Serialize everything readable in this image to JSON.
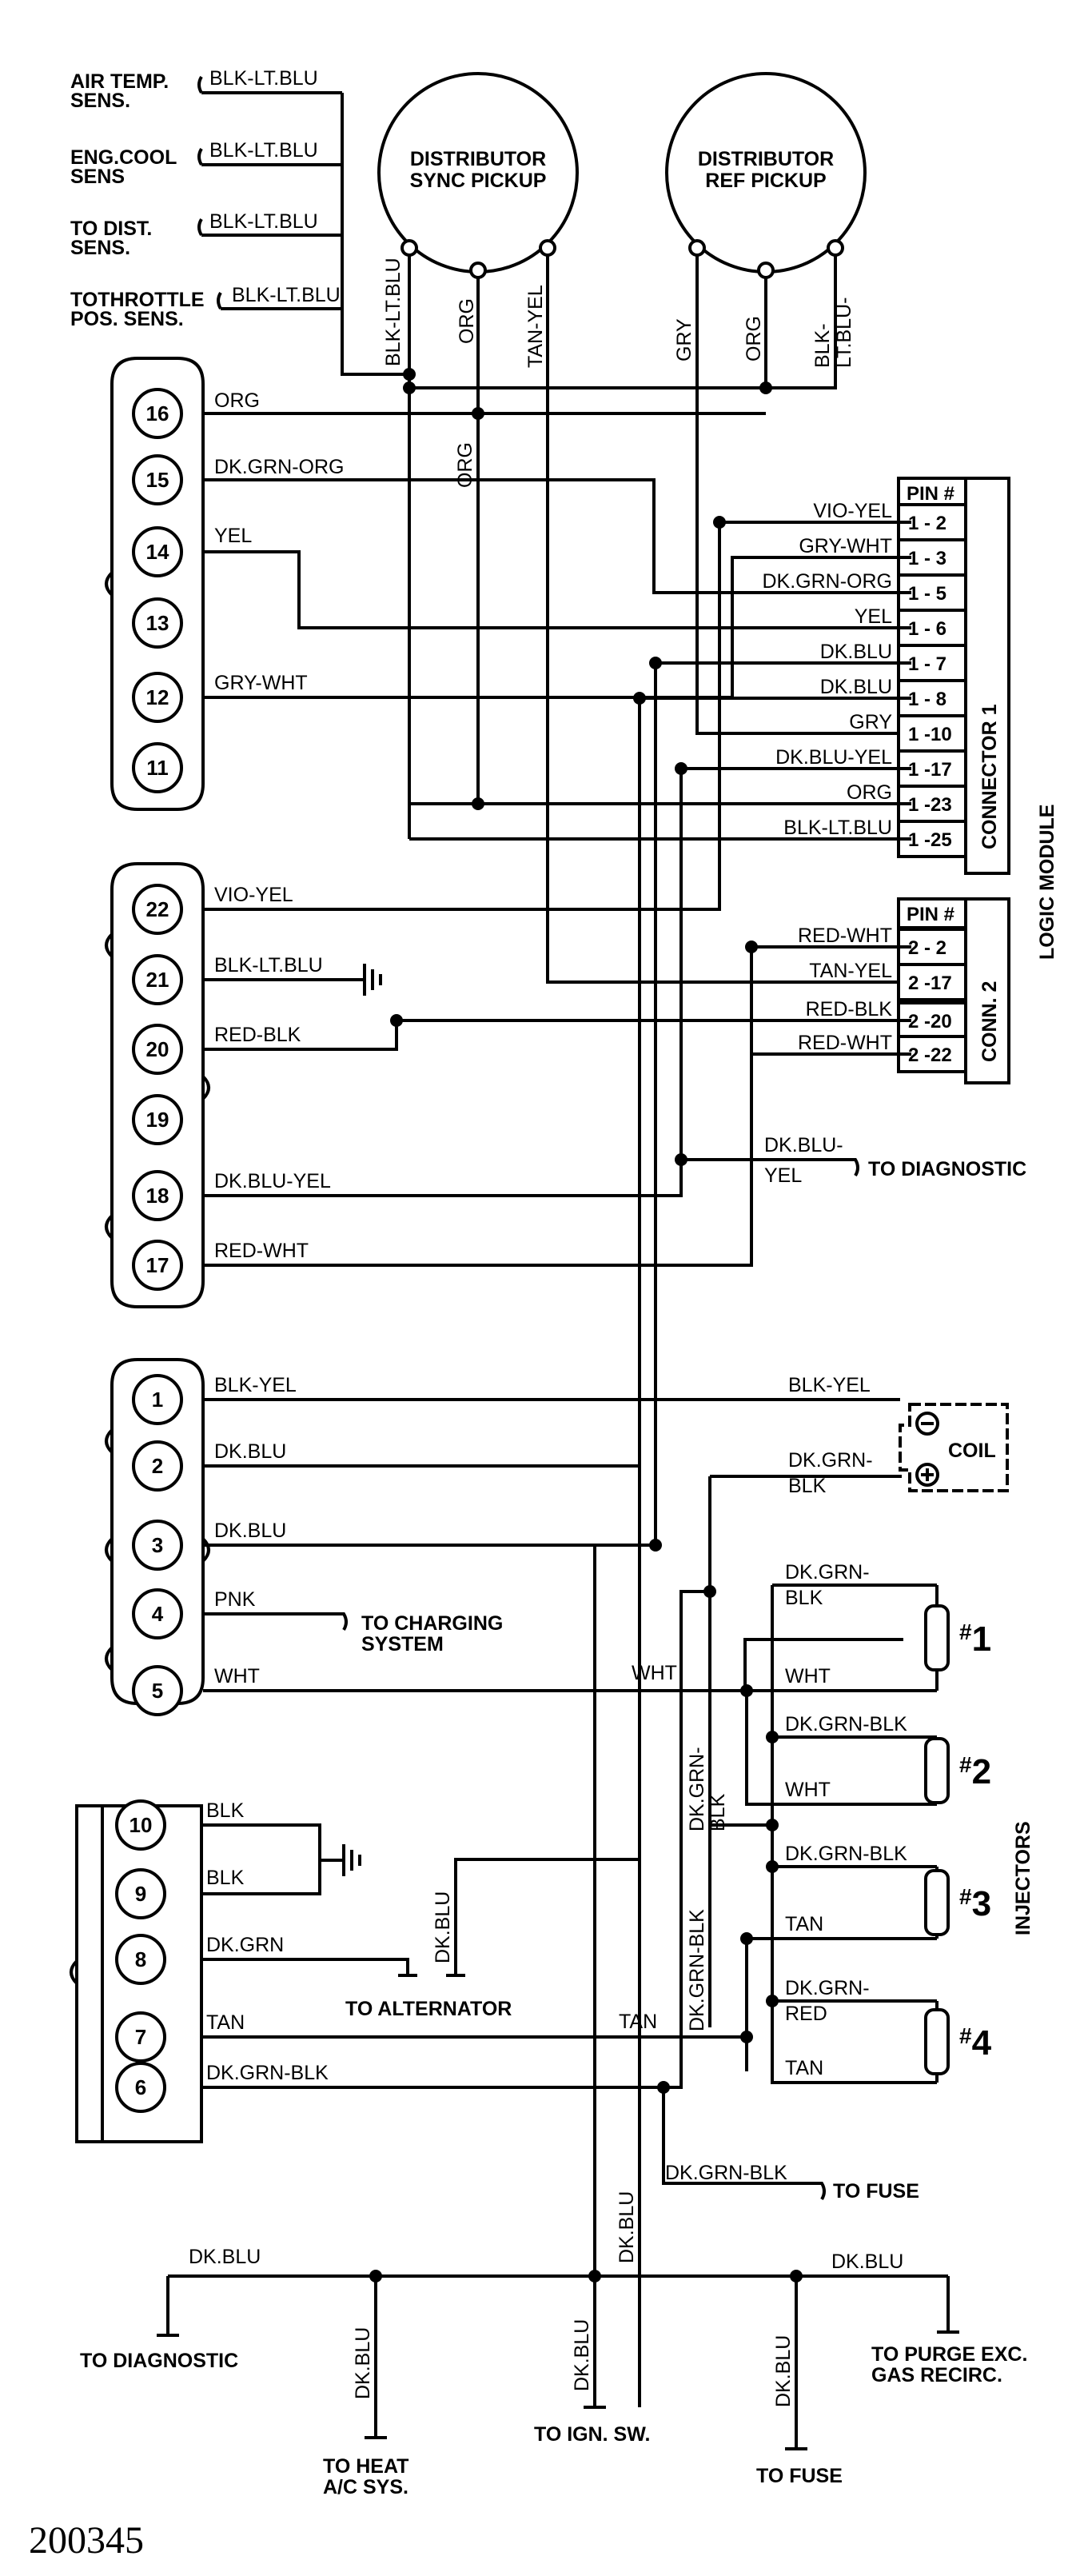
{
  "figure_id": "200345",
  "sensors": {
    "air_temp": "AIR TEMP.",
    "air_temp_2": "SENS.",
    "eng_cool": "ENG.COOL",
    "eng_cool_2": "SENS",
    "to_dist": "TO DIST.",
    "to_dist_2": "SENS.",
    "throttle": "TOTHROTTLE",
    "throttle_2": "POS. SENS.",
    "wire": "BLK-LT.BLU"
  },
  "sync_pickup": {
    "line1": "DISTRIBUTOR",
    "line2": "SYNC PICKUP"
  },
  "ref_pickup": {
    "line1": "DISTRIBUTOR",
    "line2": "REF PICKUP"
  },
  "pickup_wires": {
    "blk_lt_blu": "BLK-LT.BLU",
    "org": "ORG",
    "tan_yel": "TAN-YEL",
    "gry": "GRY",
    "blk": "BLK-",
    "lt_blu": "LT.BLU-"
  },
  "conn_a": [
    {
      "pin": "16",
      "wire": "ORG"
    },
    {
      "pin": "15",
      "wire": "DK.GRN-ORG"
    },
    {
      "pin": "14",
      "wire": "YEL"
    },
    {
      "pin": "13",
      "wire": ""
    },
    {
      "pin": "12",
      "wire": "GRY-WHT"
    },
    {
      "pin": "11",
      "wire": ""
    }
  ],
  "conn_b": [
    {
      "pin": "22",
      "wire": "VIO-YEL"
    },
    {
      "pin": "21",
      "wire": "BLK-LT.BLU"
    },
    {
      "pin": "20",
      "wire": "RED-BLK"
    },
    {
      "pin": "19",
      "wire": ""
    },
    {
      "pin": "18",
      "wire": "DK.BLU-YEL"
    },
    {
      "pin": "17",
      "wire": "RED-WHT"
    }
  ],
  "conn_c": [
    {
      "pin": "1",
      "wire": "BLK-YEL"
    },
    {
      "pin": "2",
      "wire": "DK.BLU"
    },
    {
      "pin": "3",
      "wire": "DK.BLU"
    },
    {
      "pin": "4",
      "wire": "PNK"
    },
    {
      "pin": "5",
      "wire": "WHT"
    }
  ],
  "conn_d": [
    {
      "pin": "10",
      "wire": "BLK"
    },
    {
      "pin": "9",
      "wire": "BLK"
    },
    {
      "pin": "8",
      "wire": "DK.GRN"
    },
    {
      "pin": "7",
      "wire": "TAN"
    },
    {
      "pin": "6",
      "wire": "DK.GRN-BLK"
    }
  ],
  "connector1": {
    "header": "PIN #",
    "label": "CONNECTOR 1",
    "rows": [
      {
        "pin": "1 - 2",
        "wire": "VIO-YEL"
      },
      {
        "pin": "1 - 3",
        "wire": "GRY-WHT"
      },
      {
        "pin": "1 - 5",
        "wire": "DK.GRN-ORG"
      },
      {
        "pin": "1 - 6",
        "wire": "YEL"
      },
      {
        "pin": "1 - 7",
        "wire": "DK.BLU"
      },
      {
        "pin": "1 - 8",
        "wire": "DK.BLU"
      },
      {
        "pin": "1 -10",
        "wire": "GRY"
      },
      {
        "pin": "1 -17",
        "wire": "DK.BLU-YEL"
      },
      {
        "pin": "1 -23",
        "wire": "ORG"
      },
      {
        "pin": "1 -25",
        "wire": "BLK-LT.BLU"
      }
    ]
  },
  "connector2": {
    "header": "PIN #",
    "label": "CONN. 2",
    "rows": [
      {
        "pin": "2 - 2",
        "wire": "RED-WHT"
      },
      {
        "pin": "2 -17",
        "wire": "TAN-YEL"
      },
      {
        "pin": "2 -20",
        "wire": "RED-BLK"
      },
      {
        "pin": "2 -22",
        "wire": "RED-WHT"
      }
    ]
  },
  "logic_module": "LOGIC MODULE",
  "diag_tap": {
    "wire1": "DK.BLU-",
    "wire2": "YEL",
    "target": "TO DIAGNOSTIC"
  },
  "charging": {
    "line1": "TO CHARGING",
    "line2": "SYSTEM"
  },
  "coil": {
    "label": "COIL",
    "wire_top": "BLK-YEL",
    "wire_bottom1": "DK.GRN-",
    "wire_bottom2": "BLK"
  },
  "injectors": {
    "label": "INJECTORS",
    "items": [
      {
        "num": "1",
        "wire_a": "DK.GRN-",
        "wire_a2": "BLK",
        "wire_b": "WHT"
      },
      {
        "num": "2",
        "wire_a": "DK.GRN-BLK",
        "wire_a2": "",
        "wire_b": "WHT"
      },
      {
        "num": "3",
        "wire_a": "DK.GRN-BLK",
        "wire_a2": "",
        "wire_b": "TAN"
      },
      {
        "num": "4",
        "wire_a": "DK.GRN-",
        "wire_a2": "RED",
        "wire_b": "TAN"
      }
    ]
  },
  "mid_labels": {
    "wht": "WHT",
    "tan": "TAN",
    "dk_grn_blk_v1a": "DK.GRN-",
    "dk_grn_blk_v1b": "BLK",
    "dk_grn_blk_v2": "DK.GRN-BLK",
    "dk_blu_alt": "DK.BLU",
    "dk_blu_main": "DK.BLU",
    "org_v": "ORG"
  },
  "alternator": "TO ALTERNATOR",
  "fuse_branch": {
    "wire": "DK.GRN-BLK",
    "target": "TO FUSE"
  },
  "bottom_bus": {
    "wire": "DK.BLU",
    "to_diagnostic": "TO DIAGNOSTIC",
    "to_heat_1": "TO HEAT",
    "to_heat_2": "A/C SYS.",
    "to_ign": "TO IGN. SW.",
    "to_fuse": "TO FUSE",
    "to_purge_1": "TO PURGE EXC.",
    "to_purge_2": "GAS RECIRC."
  }
}
